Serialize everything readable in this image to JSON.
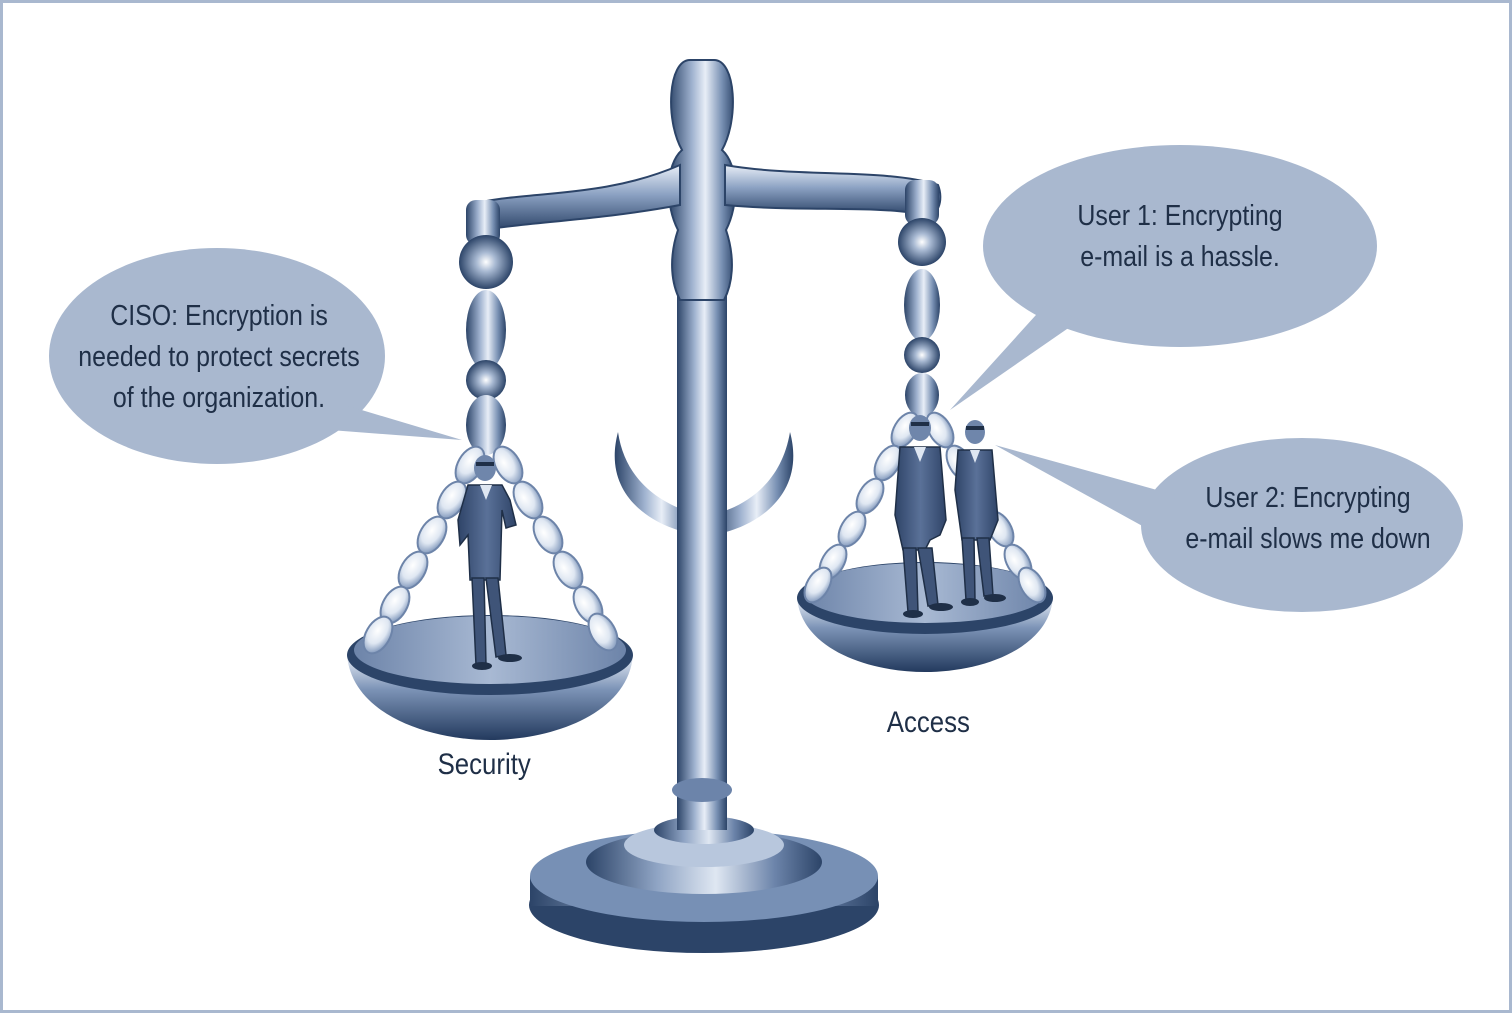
{
  "captions": {
    "left_pan": "Security",
    "right_pan": "Access"
  },
  "bubbles": {
    "ciso": {
      "lines": [
        "CISO: Encryption is",
        "needed to protect secrets",
        "of the organization."
      ]
    },
    "user1": {
      "lines": [
        "User 1: Encrypting",
        "e-mail is a hassle."
      ]
    },
    "user2": {
      "lines": [
        "User 2: Encrypting",
        "e-mail slows me down"
      ]
    }
  },
  "colors": {
    "bubble_fill": "#a9b8cf",
    "metal_dark": "#2c4468",
    "metal_mid": "#6a83a8",
    "metal_light": "#dde5f1",
    "figure_suit": "#3f5478",
    "frame_border": "#a9b8cf"
  }
}
